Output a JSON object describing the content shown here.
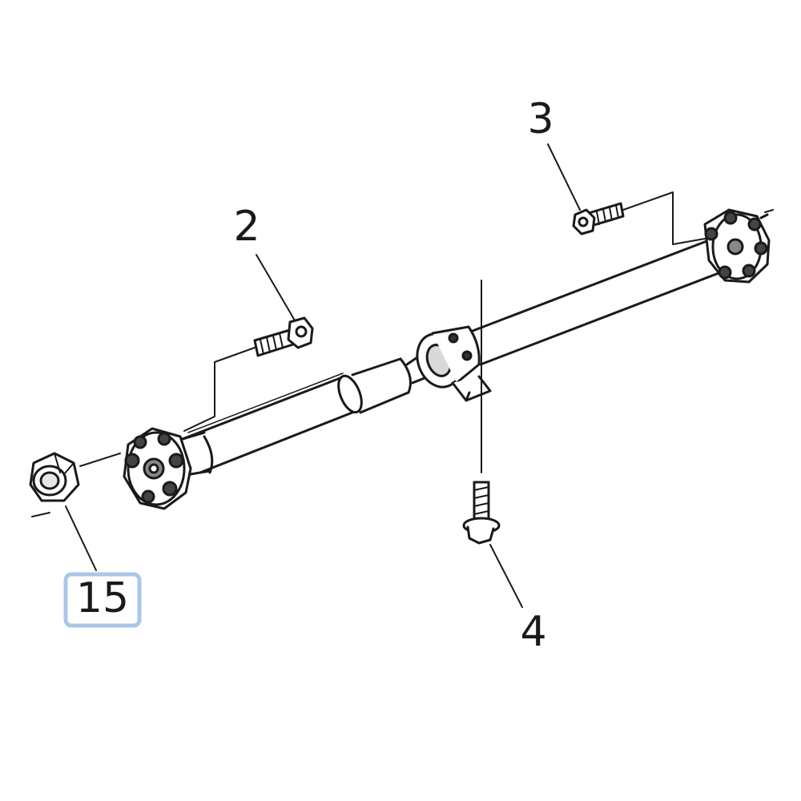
{
  "diagram": {
    "callouts": {
      "c2": "2",
      "c3": "3",
      "c4": "4",
      "c15": "15"
    },
    "highlight_color": "#a9c7e8",
    "line_color": "#1a1a1a"
  }
}
